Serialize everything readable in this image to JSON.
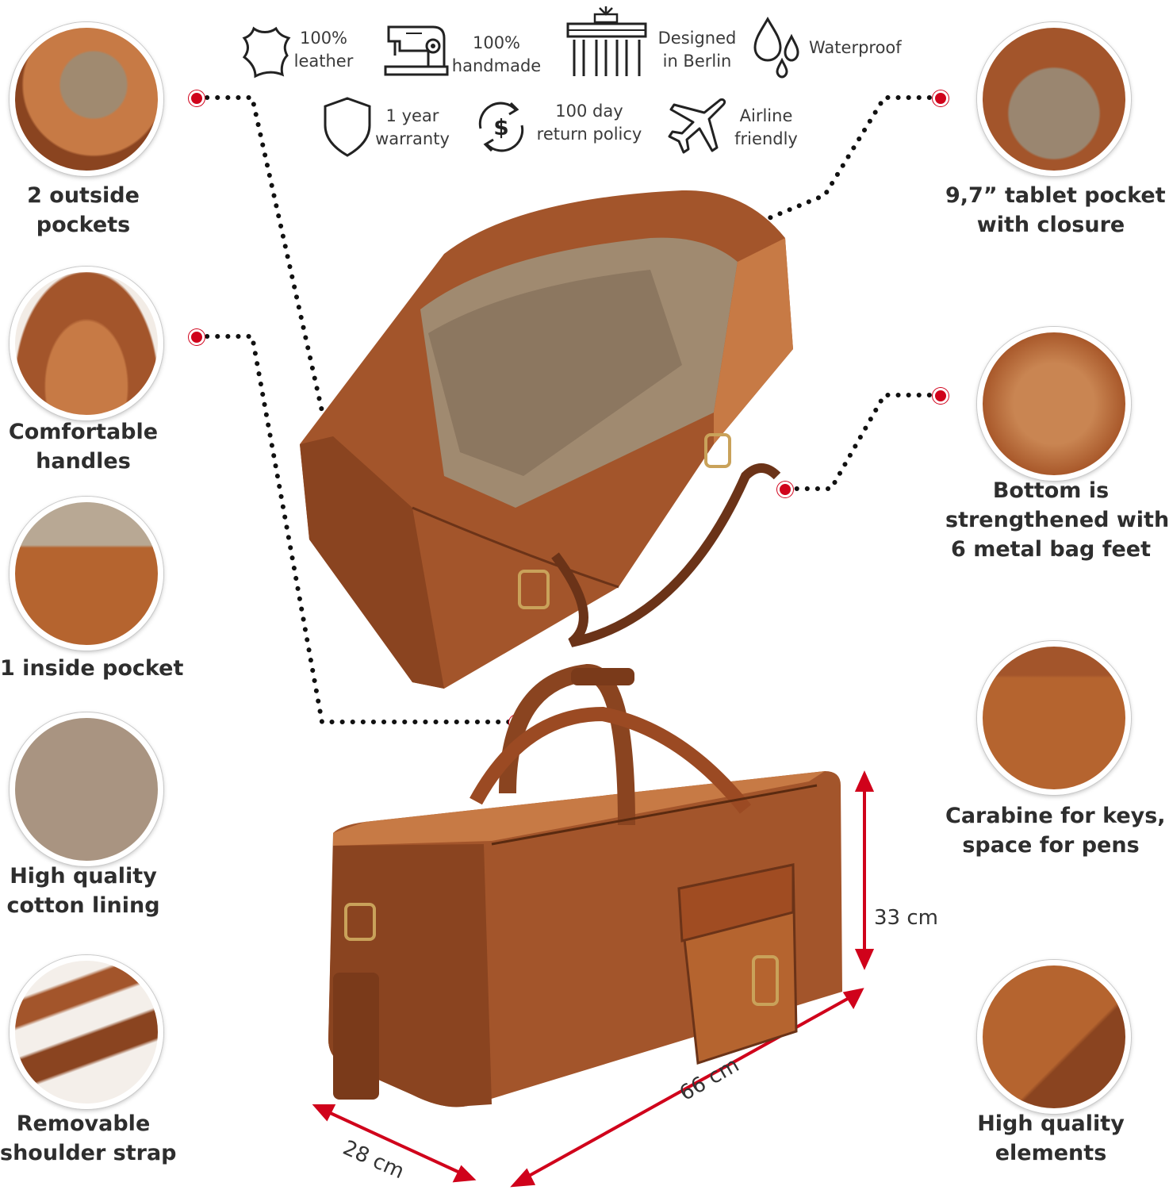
{
  "features": {
    "leather": {
      "line1": "100%",
      "line2": "leather",
      "icon": "leather-hide-icon"
    },
    "handmade": {
      "line1": "100%",
      "line2": "handmade",
      "icon": "sewing-machine-icon"
    },
    "berlin": {
      "line1": "Designed",
      "line2": "in Berlin",
      "icon": "brandenburg-gate-icon"
    },
    "waterproof": {
      "line1": "Waterproof",
      "icon": "water-drops-icon"
    },
    "warranty": {
      "line1": "1 year",
      "line2": "warranty",
      "icon": "shield-icon"
    },
    "return": {
      "line1": "100 day",
      "line2": "return policy",
      "icon": "dollar-cycle-icon"
    },
    "airline": {
      "line1": "Airline",
      "line2": "friendly",
      "icon": "airplane-icon"
    }
  },
  "left_details": [
    {
      "line1": "2 outside",
      "line2": "pockets"
    },
    {
      "line1": "Comfortable",
      "line2": "handles"
    },
    {
      "line1": "1 inside pocket"
    },
    {
      "line1": "High quality",
      "line2": "cotton lining"
    },
    {
      "line1": "Removable",
      "line2": "shoulder strap"
    }
  ],
  "right_details": [
    {
      "line1": "9,7” tablet pocket",
      "line2": "with closure"
    },
    {
      "line1": "Bottom is",
      "line2": "strengthened with",
      "line3": "6 metal bag feet"
    },
    {
      "line1": "Carabine for keys,",
      "line2": "space for pens"
    },
    {
      "line1": "High quality",
      "line2": "elements"
    }
  ],
  "dimensions": {
    "height": "33 cm",
    "length": "66 cm",
    "depth": "28 cm"
  },
  "colors": {
    "leather_dark": "#6b3318",
    "leather_mid": "#a3552b",
    "leather_light": "#c77a45",
    "lining": "#a08a70",
    "accent_red": "#d0021b",
    "text": "#2e2e2e"
  }
}
